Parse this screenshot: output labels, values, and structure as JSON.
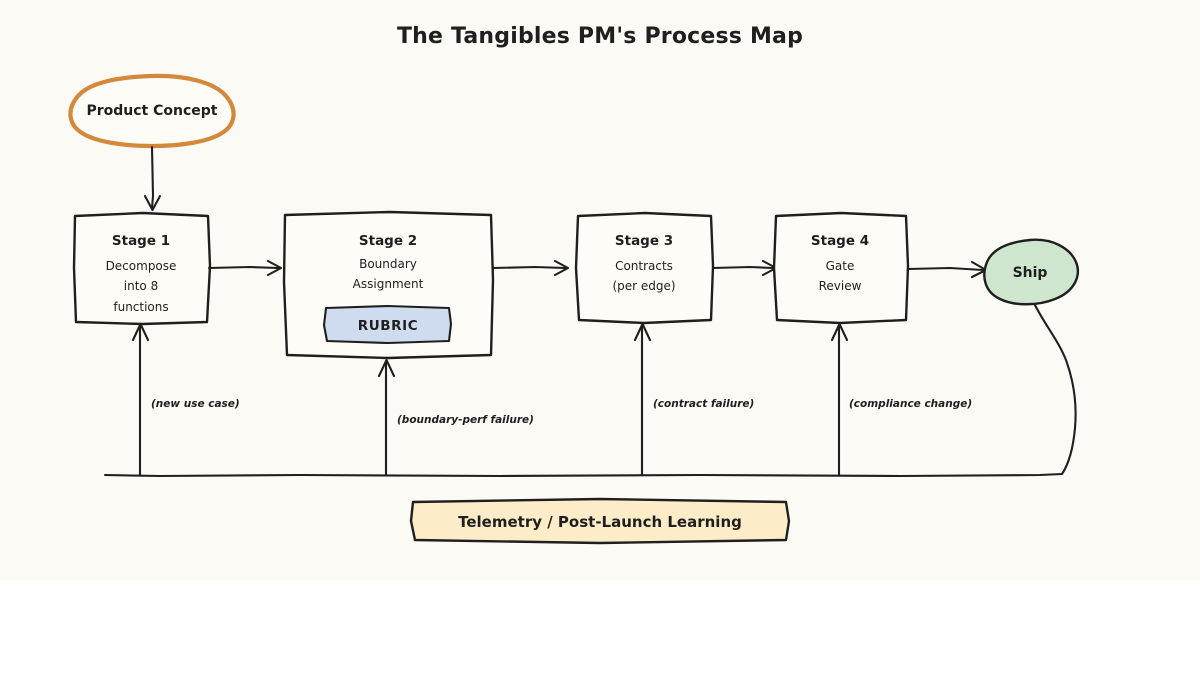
{
  "canvas": {
    "title": "The Tangibles PM's Process Map",
    "bg_color": "#fbfaf4",
    "page_color": "#ffffff",
    "ink_color": "#1f1f1f"
  },
  "start_node": {
    "label": "Product Concept",
    "shape": "ellipse",
    "stroke_color": "#d4883b",
    "fill_color": "#fdfcf6"
  },
  "stages": [
    {
      "title": "Stage 1",
      "lines": [
        "Decompose",
        "into 8",
        "functions"
      ],
      "fill_color": "#fdfcf6"
    },
    {
      "title": "Stage 2",
      "lines": [
        "Boundary",
        "Assignment"
      ],
      "badge": "RUBRIC",
      "badge_fill": "#cfdcf0",
      "fill_color": "#fdfcf6"
    },
    {
      "title": "Stage 3",
      "lines": [
        "Contracts",
        "(per edge)"
      ],
      "fill_color": "#fdfcf6"
    },
    {
      "title": "Stage 4",
      "lines": [
        "Gate",
        "Review"
      ],
      "fill_color": "#fdfcf6"
    }
  ],
  "end_node": {
    "label": "Ship",
    "shape": "blob",
    "fill_color": "#cde6cd",
    "stroke_color": "#1f1f1f"
  },
  "feedback_labels": [
    {
      "text": "(new use case)",
      "target": "Stage 1"
    },
    {
      "text": "(boundary-perf failure)",
      "target": "Stage 2"
    },
    {
      "text": "(contract failure)",
      "target": "Stage 3"
    },
    {
      "text": "(compliance change)",
      "target": "Stage 4"
    }
  ],
  "feedback_bar": {
    "label": "Telemetry / Post-Launch Learning",
    "fill_color": "#fcecc8"
  }
}
